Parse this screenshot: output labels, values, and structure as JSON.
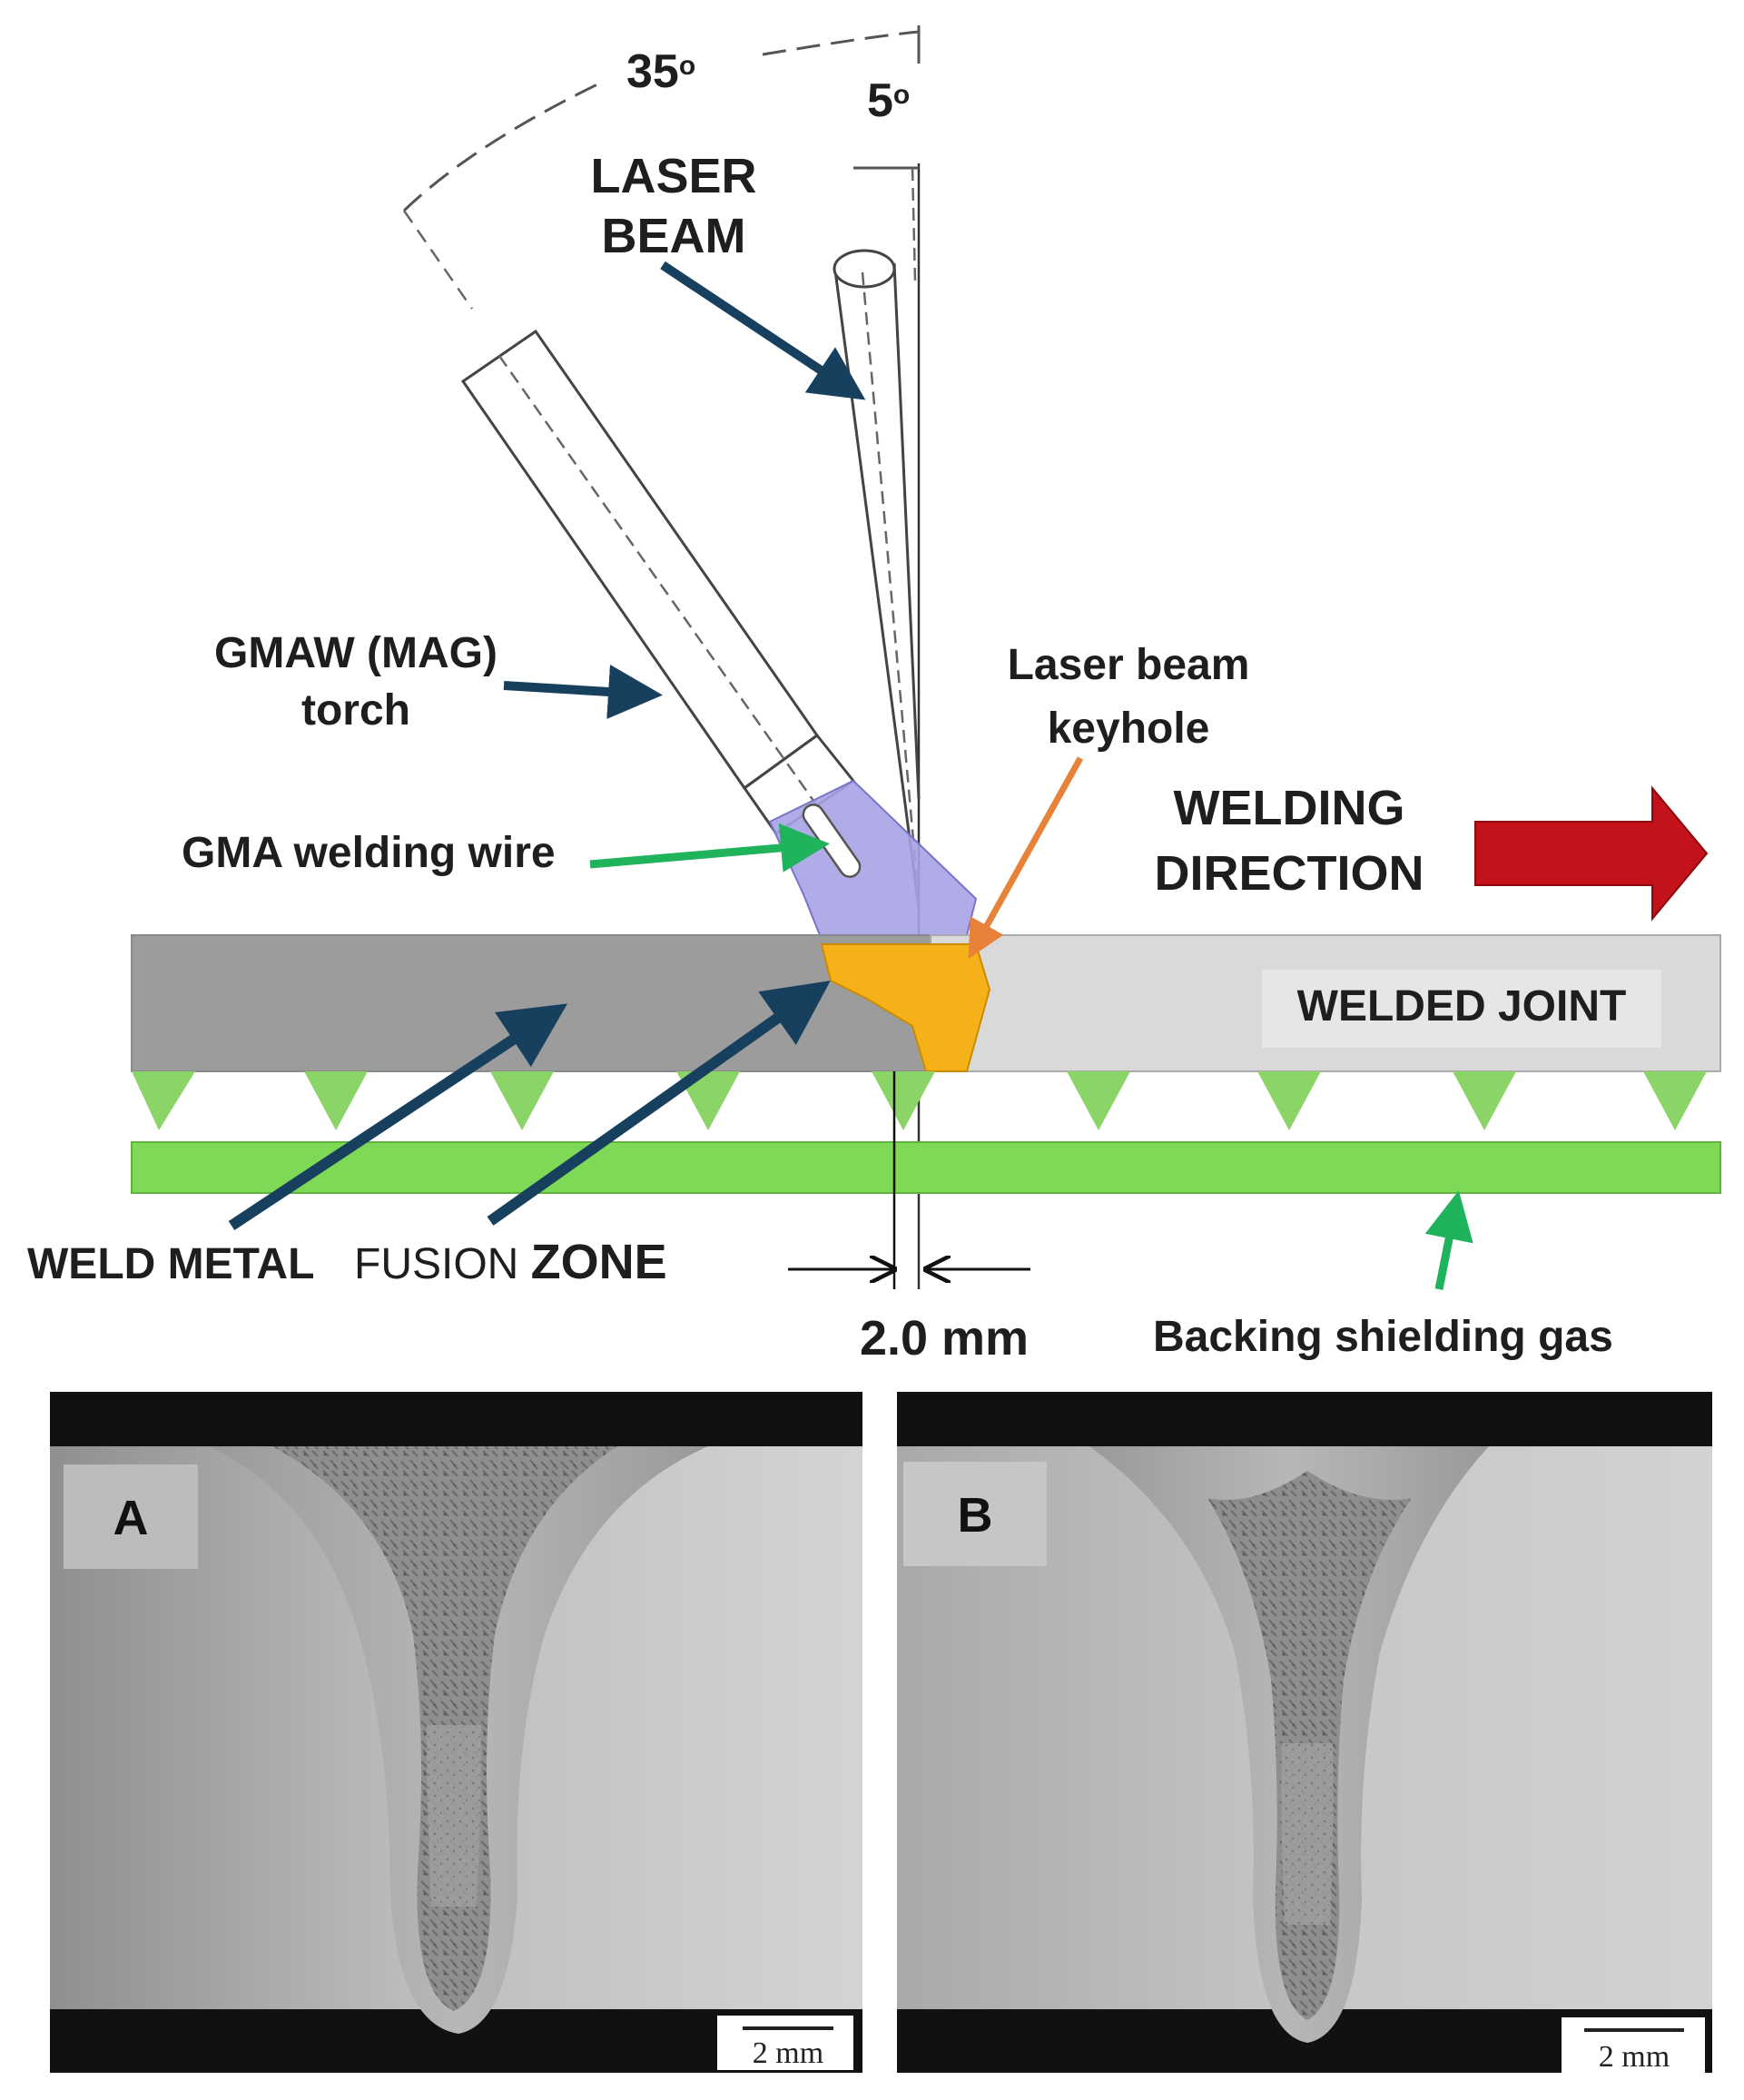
{
  "diagram": {
    "angle_torch": "35",
    "angle_laser": "5",
    "degree_mark": "o",
    "laser_beam_line1": "LASER",
    "laser_beam_line2": "BEAM",
    "torch_line1": "GMAW (MAG)",
    "torch_line2": "torch",
    "keyhole_line1": "Laser beam",
    "keyhole_line2": "keyhole",
    "wire_label": "GMA welding wire",
    "direction_line1": "WELDING",
    "direction_line2": "DIRECTION",
    "welded_joint": "WELDED JOINT",
    "weld_metal": "WELD METAL",
    "fusion_zone_part1": "FUSION ",
    "fusion_zone_part2": "ZONE",
    "distance": "2.0 mm",
    "backing_gas": "Backing shielding gas"
  },
  "micrographs": {
    "panel_a": {
      "letter": "A",
      "scale": "2 mm"
    },
    "panel_b": {
      "letter": "B",
      "scale": "2 mm"
    }
  },
  "colors": {
    "torch_gas_purple": "#a7a3e6",
    "weld_pool_orange": "#f5b117",
    "plate_dark": "#9c9c9c",
    "plate_light": "#d9d9d9",
    "backing_green": "#7ed957",
    "arrow_navy": "#17405e",
    "arrow_green": "#1fb35b",
    "arrow_orange": "#e8823a",
    "direction_red": "#c4121a"
  },
  "icons": {
    "direction_arrow": "right-arrow-icon"
  }
}
